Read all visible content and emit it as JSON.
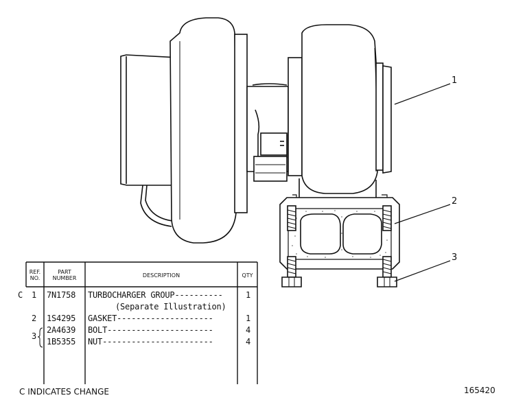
{
  "callouts": [
    "1",
    "2",
    "3"
  ],
  "parts_table": {
    "headers": {
      "ref_no": "REF.\nNO.",
      "part_number": "PART\nNUMBER",
      "description": "DESCRIPTION",
      "qty": "QTY"
    },
    "rows": [
      {
        "change": "C",
        "ref": "1",
        "part": "7N1758",
        "description": "TURBOCHARGER GROUP----------",
        "qty": "1"
      },
      {
        "change": "",
        "ref": "",
        "part": "",
        "description": "(Separate Illustration)",
        "qty": ""
      },
      {
        "change": "",
        "ref": "2",
        "part": "1S4295",
        "description": "GASKET--------------------",
        "qty": "1"
      },
      {
        "change": "",
        "ref": "3",
        "part": "2A4639",
        "description": "BOLT----------------------",
        "qty": "4"
      },
      {
        "change": "",
        "ref": "",
        "part": "1B5355",
        "description": "NUT-----------------------",
        "qty": "4"
      }
    ]
  },
  "footer": {
    "change_note": "C INDICATES CHANGE",
    "figure_number": "165420"
  }
}
